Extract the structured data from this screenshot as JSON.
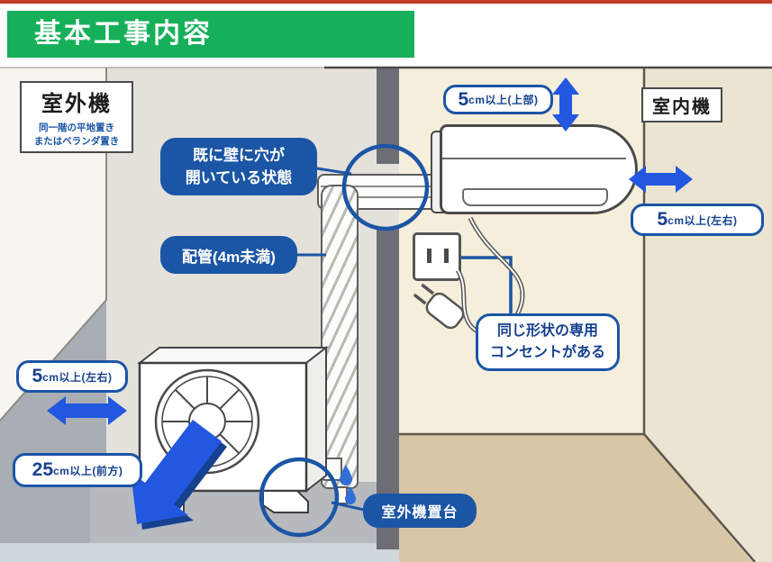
{
  "page": {
    "title": "基本工事内容"
  },
  "colors": {
    "banner_green": "#17b05a",
    "top_line_red": "#c23b28",
    "label_blue": "#1b55a5",
    "arrow_blue": "#2257e0"
  },
  "outdoor": {
    "heading": "室外機",
    "subnote": [
      "同一階の平地置き",
      "またはベランダ置き"
    ],
    "hole_label": [
      "既に壁に穴が",
      "開いている状態"
    ],
    "pipe_label": "配管(4m未満)",
    "side_clearance": {
      "num": "5",
      "rest": "cm以上(左右)"
    },
    "front_clearance": {
      "num": "25",
      "rest": "cm以上(前方)"
    },
    "stand_label": "室外機置台"
  },
  "indoor": {
    "heading": "室内機",
    "top_clearance": {
      "num": "5",
      "rest": "cm以上(上部)"
    },
    "side_clearance": {
      "num": "5",
      "rest": "cm以上(左右)"
    },
    "outlet_label": [
      "同じ形状の専用",
      "コンセントがある"
    ]
  }
}
